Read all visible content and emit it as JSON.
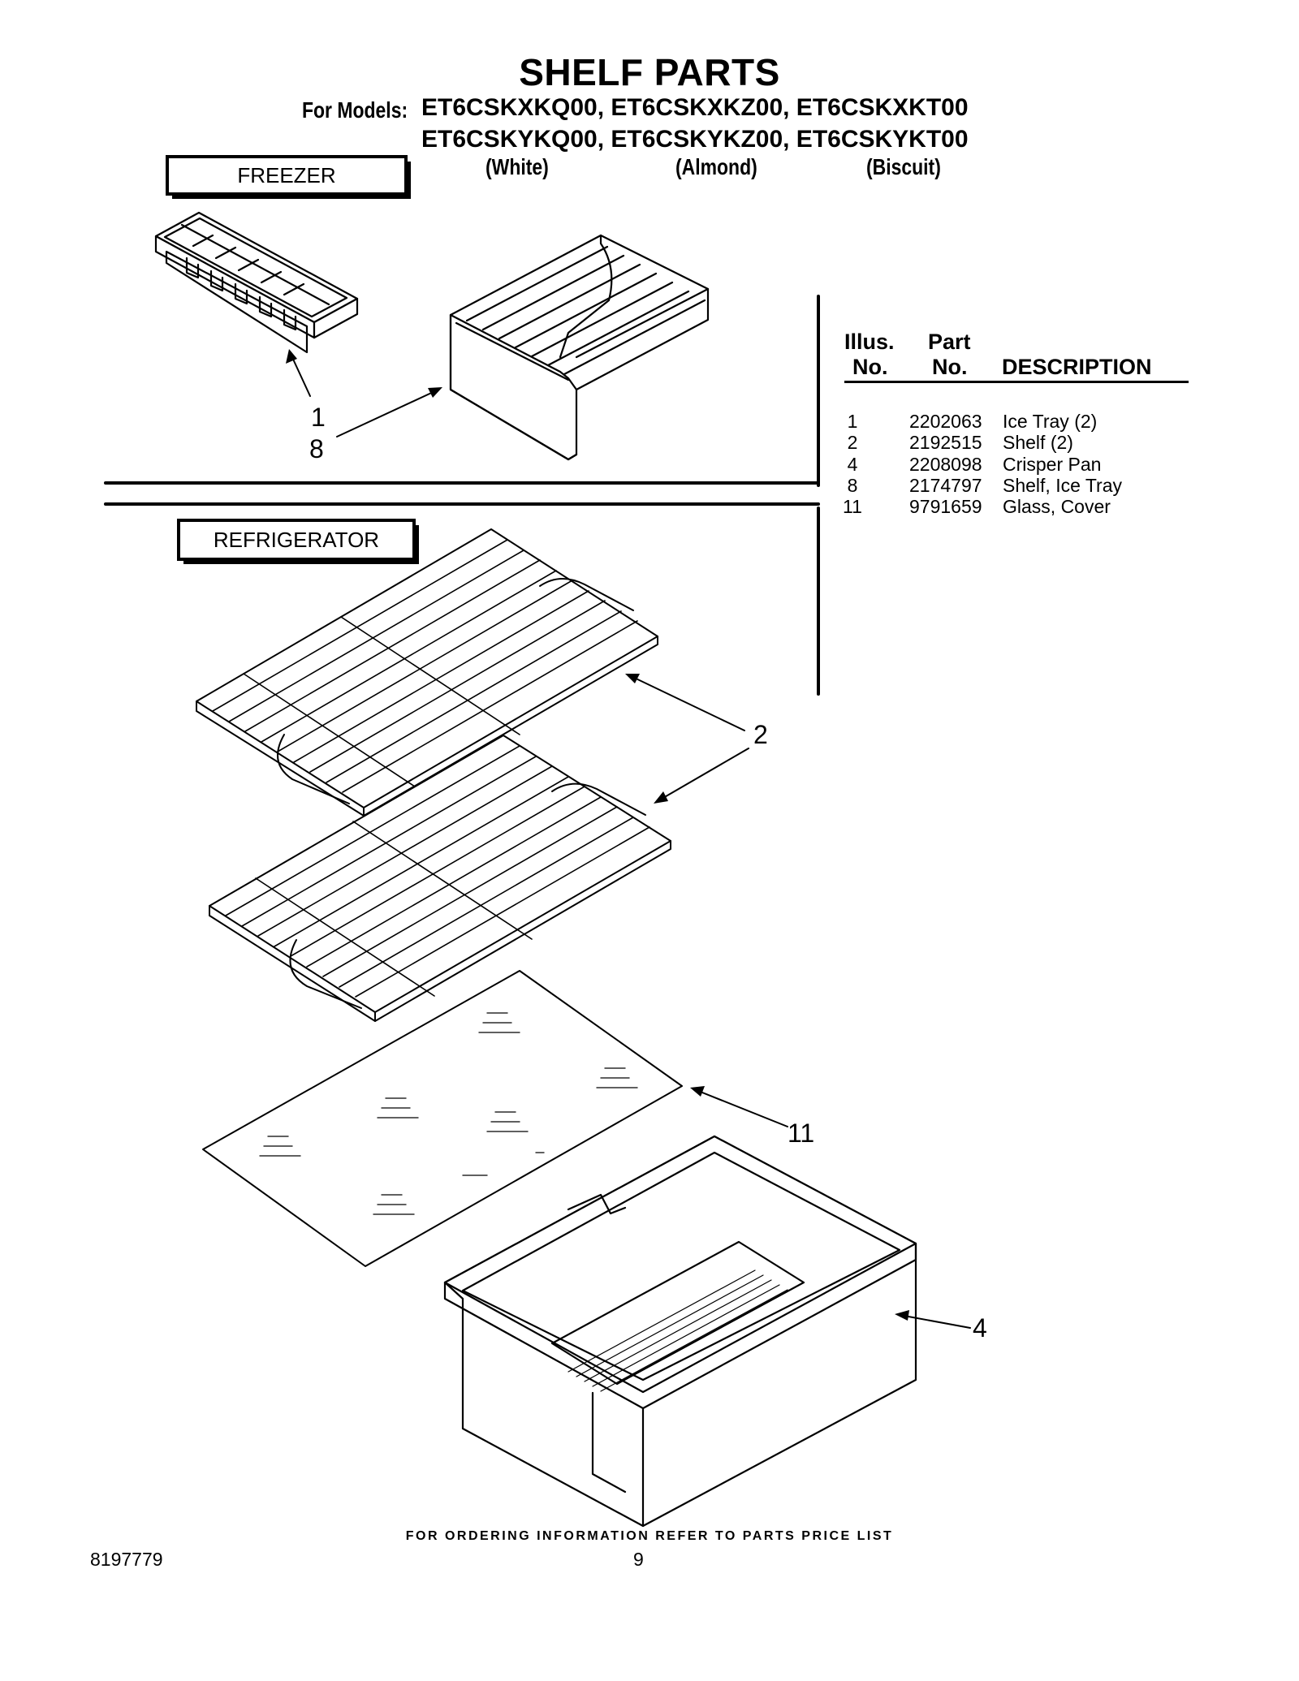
{
  "title": "SHELF PARTS",
  "models": {
    "label": "For Models:",
    "line1": "ET6CSKXKQ00, ET6CSKXKZ00, ET6CSKXKT00",
    "line2": "ET6CSKYKQ00, ET6CSKYKZ00, ET6CSKYKT00",
    "colors": [
      "(White)",
      "(Almond)",
      "(Biscuit)"
    ]
  },
  "sections": {
    "freezer": "FREEZER",
    "refrigerator": "REFRIGERATOR"
  },
  "parts_table": {
    "headers": {
      "illus_1": "Illus.",
      "illus_2": "No.",
      "part_1": "Part",
      "part_2": "No.",
      "description": "DESCRIPTION"
    },
    "rows": [
      {
        "illus": "1",
        "part": "2202063",
        "description": "Ice Tray (2)"
      },
      {
        "illus": "2",
        "part": "2192515",
        "description": "Shelf (2)"
      },
      {
        "illus": "4",
        "part": "2208098",
        "description": "Crisper Pan"
      },
      {
        "illus": "8",
        "part": "2174797",
        "description": "Shelf, Ice Tray"
      },
      {
        "illus": "11",
        "part": "9791659",
        "description": "Glass, Cover"
      }
    ]
  },
  "callouts": {
    "ice_tray": "1",
    "ice_tray_shelf": "8",
    "shelf": "2",
    "glass_cover": "11",
    "crisper_pan": "4"
  },
  "footer": {
    "ordering_note": "FOR ORDERING INFORMATION REFER TO PARTS PRICE LIST",
    "doc_number": "8197779",
    "page_number": "9"
  }
}
